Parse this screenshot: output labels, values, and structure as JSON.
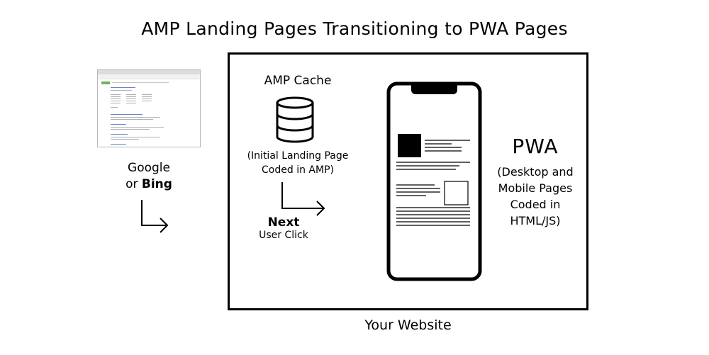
{
  "title": "AMP Landing Pages Transitioning to PWA Pages",
  "search_engine": {
    "name_line1": "Google",
    "name_line2_prefix": "or",
    "name_line2_strong": "Bing"
  },
  "amp": {
    "label": "AMP Cache",
    "desc_line1": "(Initial Landing Page",
    "desc_line2": "Coded in AMP)",
    "icon": "database-icon"
  },
  "next": {
    "label": "Next",
    "sub": "User Click"
  },
  "pwa": {
    "title": "PWA",
    "desc_lines": [
      "(Desktop and",
      "Mobile Pages",
      "Coded in",
      "HTML/JS)"
    ],
    "icon": "smartphone-icon"
  },
  "website_label": "Your Website"
}
